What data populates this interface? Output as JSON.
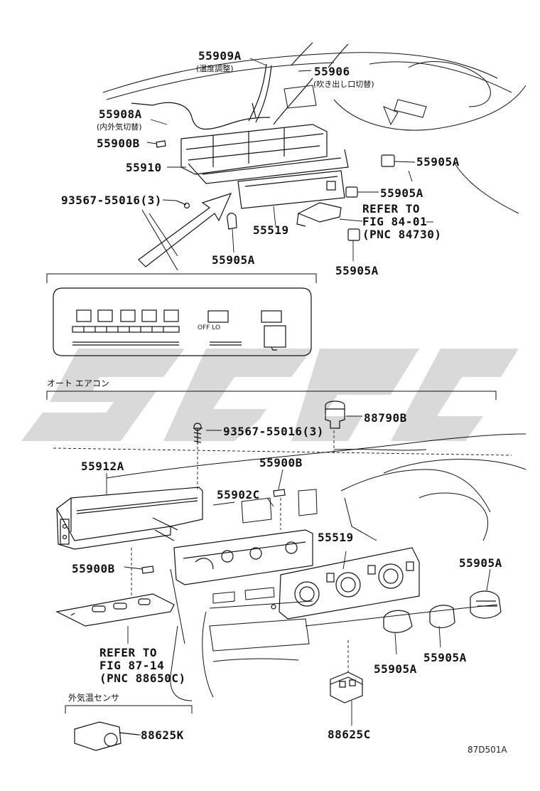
{
  "section_top": {
    "labels": {
      "p55909A": "55909A",
      "p55909A_note": "(温度調整)",
      "p55906": "55906",
      "p55906_note": "(吹き出し口切替)",
      "p55908A": "55908A",
      "p55908A_note": "(内外気切替)",
      "p55900B": "55900B",
      "p55910": "55910",
      "p93567": "93567-55016(3)",
      "p55905A_1": "55905A",
      "p55905A_2": "55905A",
      "p55905A_3": "55905A",
      "p55905A_4": "55905A",
      "p55519": "55519",
      "refer_1": "REFER TO",
      "refer_2": "FIG 84-01",
      "refer_3": "(PNC 84730)"
    },
    "panel_text": {
      "off_lo": "OFF LO"
    }
  },
  "section_bottom": {
    "title": "オート エアコン",
    "labels": {
      "p88790B": "88790B",
      "p93567": "93567-55016(3)",
      "p55912A": "55912A",
      "p55900B_top": "55900B",
      "p55902C": "55902C",
      "p55519": "55519",
      "p55900B": "55900B",
      "p55905A_1": "55905A",
      "p55905A_2": "55905A",
      "p55905A_3": "55905A",
      "refer_1": "REFER TO",
      "refer_2": "FIG 87-14",
      "refer_3": "(PNC 88650C)",
      "p88625C": "88625C"
    }
  },
  "section_sensor": {
    "title": "外気温センサ",
    "label": "88625K"
  },
  "figure_code": "87D501A",
  "watermark_color": "#d9d9d9",
  "line_color": "#111111"
}
